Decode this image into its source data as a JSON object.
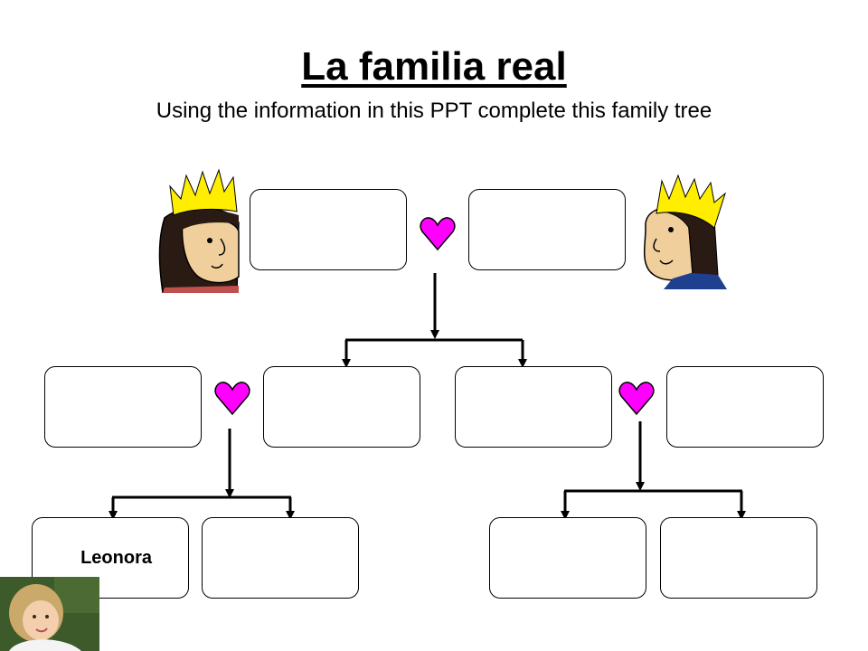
{
  "title": "La familia real",
  "subtitle": "Using the information in this PPT complete this family tree",
  "boxes": {
    "grandmother": "",
    "grandfather": "",
    "child1": "",
    "child1_spouse": "",
    "child2": "",
    "child2_spouse": "",
    "grandchild1": "Leonora",
    "grandchild2": "",
    "grandchild3": "",
    "grandchild4": ""
  },
  "colors": {
    "heart": "#ff00ff",
    "crown": "#ffee00",
    "line": "#000000"
  },
  "icons": [
    "queen-illustration",
    "king-illustration",
    "heart-icon",
    "child-photo"
  ]
}
